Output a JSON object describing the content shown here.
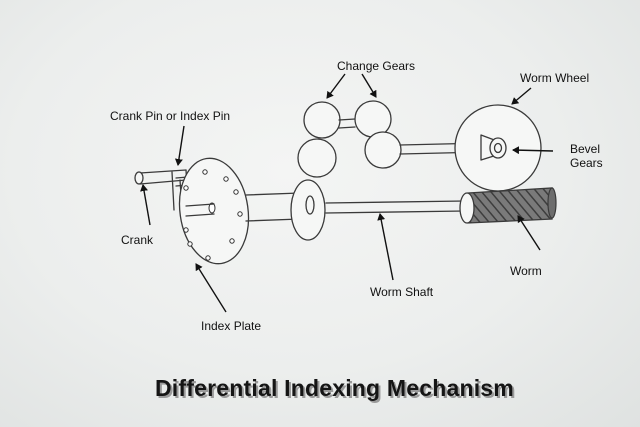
{
  "diagram": {
    "title": "Differential Indexing Mechanism",
    "labels": {
      "change_gears": "Change Gears",
      "worm_wheel": "Worm Wheel",
      "crank_pin": "Crank Pin or Index Pin",
      "bevel_gears_line1": "Bevel",
      "bevel_gears_line2": "Gears",
      "crank": "Crank",
      "worm": "Worm",
      "worm_shaft": "Worm Shaft",
      "index_plate": "Index Plate"
    }
  }
}
